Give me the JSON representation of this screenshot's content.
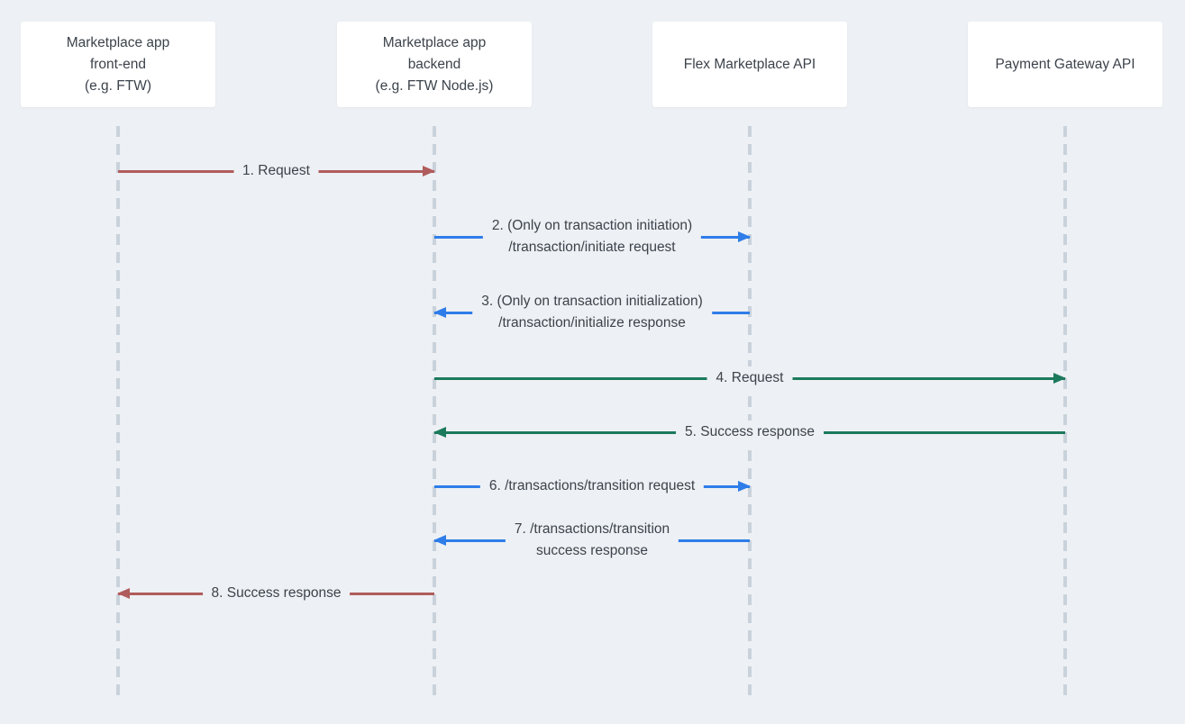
{
  "diagram": {
    "actors": [
      {
        "name": "marketplace-frontend",
        "lines": [
          "Marketplace app",
          "front-end",
          "(e.g. FTW)"
        ]
      },
      {
        "name": "marketplace-backend",
        "lines": [
          "Marketplace app",
          "backend",
          "(e.g. FTW Node.js)"
        ]
      },
      {
        "name": "flex-marketplace-api",
        "lines": [
          "Flex Marketplace API"
        ]
      },
      {
        "name": "payment-gateway-api",
        "lines": [
          "Payment Gateway API"
        ]
      }
    ],
    "messages": [
      {
        "from": "marketplace-frontend",
        "to": "marketplace-backend",
        "color_key": "arrow-red",
        "lines": [
          "1. Request"
        ]
      },
      {
        "from": "marketplace-backend",
        "to": "flex-marketplace-api",
        "color_key": "arrow-blue",
        "lines": [
          "2. (Only on transaction initiation)",
          "/transaction/initiate request"
        ]
      },
      {
        "from": "flex-marketplace-api",
        "to": "marketplace-backend",
        "color_key": "arrow-blue",
        "lines": [
          "3. (Only on transaction initialization)",
          "/transaction/initialize response"
        ]
      },
      {
        "from": "marketplace-backend",
        "to": "payment-gateway-api",
        "color_key": "arrow-green",
        "lines": [
          "4. Request"
        ]
      },
      {
        "from": "payment-gateway-api",
        "to": "marketplace-backend",
        "color_key": "arrow-green",
        "lines": [
          "5. Success response"
        ]
      },
      {
        "from": "marketplace-backend",
        "to": "flex-marketplace-api",
        "color_key": "arrow-blue",
        "lines": [
          "6. /transactions/transition request"
        ]
      },
      {
        "from": "flex-marketplace-api",
        "to": "marketplace-backend",
        "color_key": "arrow-blue",
        "lines": [
          "7. /transactions/transition",
          "success response"
        ]
      },
      {
        "from": "marketplace-backend",
        "to": "marketplace-frontend",
        "color_key": "arrow-red",
        "lines": [
          "8. Success response"
        ]
      }
    ],
    "colors": {
      "arrow-red": "#b05c5c",
      "arrow-blue": "#2e7de9",
      "arrow-green": "#1c7a5c",
      "lifeline": "#c9d2db",
      "background": "#edf0f4",
      "box-bg": "#ffffff",
      "text": "#3c434b"
    }
  }
}
